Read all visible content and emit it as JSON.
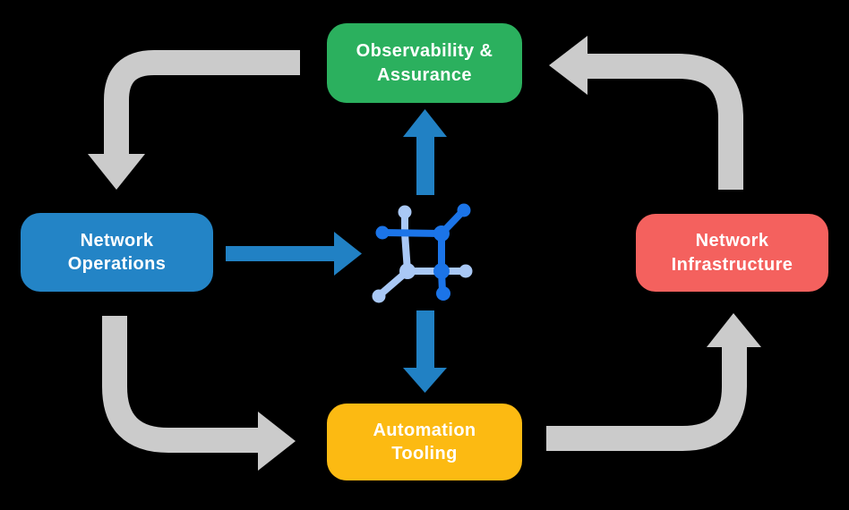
{
  "nodes": {
    "observability": {
      "label": "Observability & Assurance",
      "lines": [
        "Observability &",
        "Assurance"
      ]
    },
    "operations": {
      "label": "Network Operations",
      "lines": [
        "Network",
        "Operations"
      ]
    },
    "infrastructure": {
      "label": "Network Infrastructure",
      "lines": [
        "Network",
        "Infrastructure"
      ]
    },
    "automation": {
      "label": "Automation Tooling",
      "lines": [
        "Automation",
        "Tooling"
      ]
    }
  },
  "hub": {
    "icon": "network-mesh-icon"
  },
  "edges": [
    {
      "from": "Observability & Assurance",
      "to": "Network Operations",
      "style": "gray-elbow"
    },
    {
      "from": "Network Operations",
      "to": "Automation Tooling",
      "style": "gray-elbow"
    },
    {
      "from": "Automation Tooling",
      "to": "Network Infrastructure",
      "style": "gray-elbow"
    },
    {
      "from": "Network Infrastructure",
      "to": "Observability & Assurance",
      "style": "gray-elbow"
    },
    {
      "from": "Network Operations",
      "to": "hub",
      "style": "blue-straight"
    },
    {
      "from": "hub",
      "to": "Observability & Assurance",
      "style": "blue-straight"
    },
    {
      "from": "hub",
      "to": "Automation Tooling",
      "style": "blue-straight"
    }
  ],
  "colors": {
    "observability_green": "#2bb05e",
    "operations_blue": "#2384c6",
    "infrastructure_red": "#f4615e",
    "automation_yellow": "#fcba12",
    "arrow_gray": "#cbcbcb",
    "arrow_blue": "#2181c4",
    "icon_dark_blue": "#1b74e8",
    "icon_light_blue": "#a9c8f5",
    "label_text": "#ffffff",
    "background": "#000000"
  }
}
